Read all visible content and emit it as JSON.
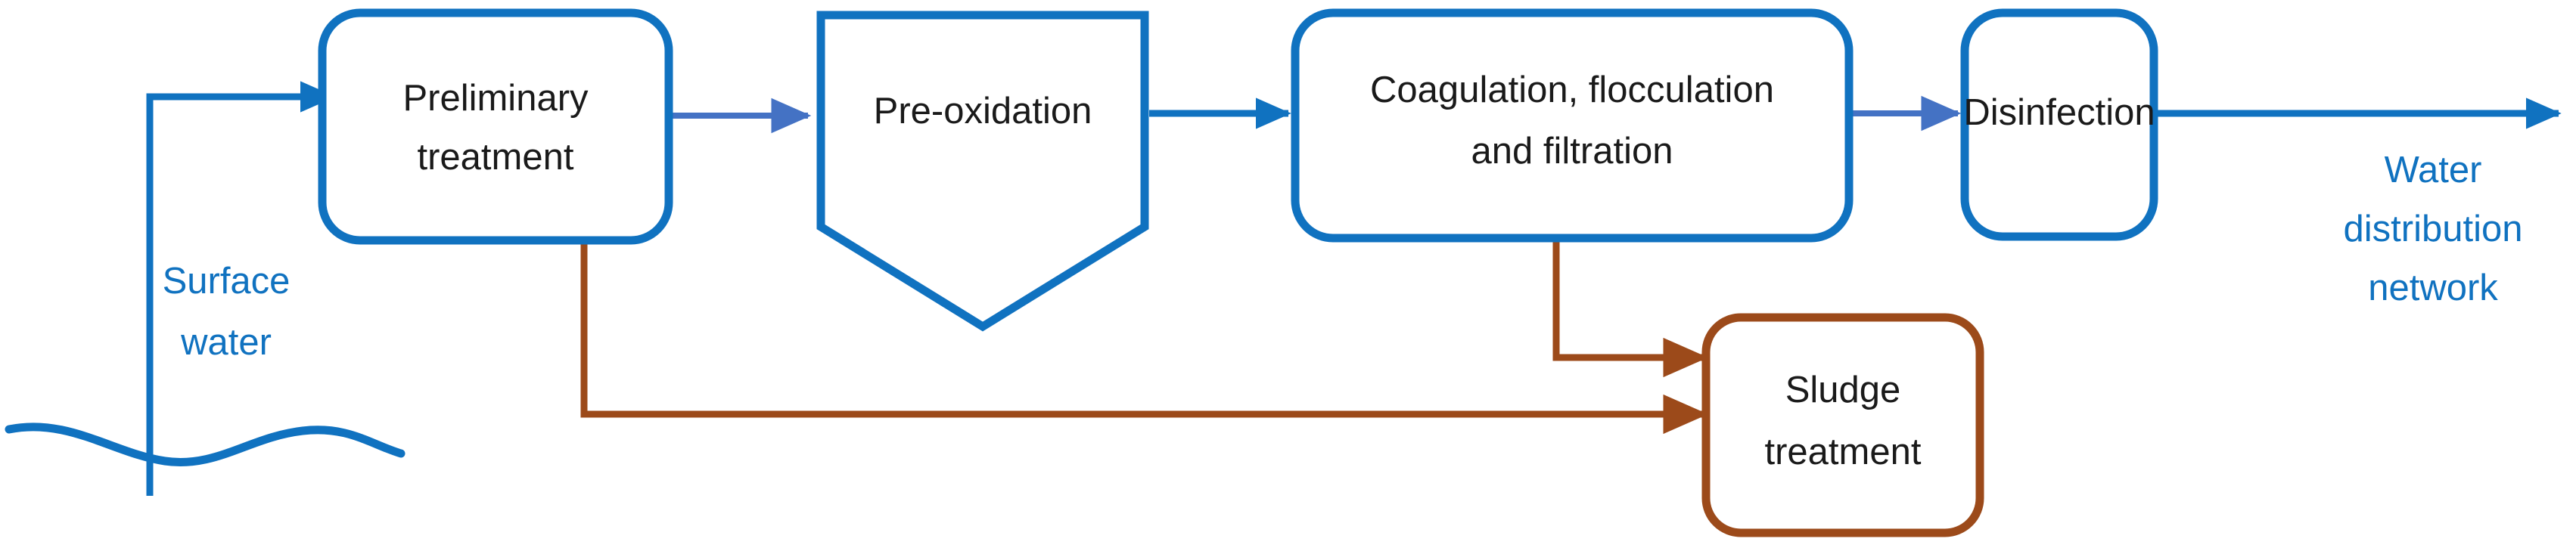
{
  "diagram": {
    "title": "Surface water treatment process flow",
    "colors": {
      "primary_blue": "#1072C0",
      "secondary_blue": "#4472C4",
      "brown": "#9C4A1A",
      "text_dark": "#1a1a1a",
      "background": "#ffffff"
    },
    "nodes": [
      {
        "id": "preliminary-treatment",
        "shape": "rounded-rect",
        "border_color": "#1072C0",
        "lines": [
          "Preliminary",
          "treatment"
        ]
      },
      {
        "id": "pre-oxidation",
        "shape": "pentagon-down",
        "border_color": "#1072C0",
        "lines": [
          "Pre-oxidation"
        ]
      },
      {
        "id": "coagulation-flocculation-filtration",
        "shape": "rounded-rect",
        "border_color": "#1072C0",
        "lines": [
          "Coagulation, flocculation",
          "and filtration"
        ]
      },
      {
        "id": "disinfection",
        "shape": "rounded-rect",
        "border_color": "#1072C0",
        "lines": [
          "Disinfection"
        ]
      },
      {
        "id": "sludge-treatment",
        "shape": "rounded-rect",
        "border_color": "#9C4A1A",
        "lines": [
          "Sludge",
          "treatment"
        ]
      }
    ],
    "flow_labels": [
      {
        "id": "surface-water",
        "color": "#1072C0",
        "lines": [
          "Surface",
          "water"
        ]
      },
      {
        "id": "water-distribution-network",
        "color": "#1072C0",
        "lines": [
          "Water",
          "distribution",
          "network"
        ]
      }
    ],
    "connectors": [
      {
        "id": "intake-to-preliminary",
        "color": "#1072C0",
        "arrow": true
      },
      {
        "id": "preliminary-to-preoxidation",
        "color": "#4472C4",
        "arrow": true
      },
      {
        "id": "preoxidation-to-coagulation",
        "color": "#1072C0",
        "arrow": true
      },
      {
        "id": "coagulation-to-disinfection",
        "color": "#4472C4",
        "arrow": true
      },
      {
        "id": "disinfection-to-network",
        "color": "#1072C0",
        "arrow": true
      },
      {
        "id": "preliminary-to-sludge",
        "color": "#9C4A1A",
        "arrow": true
      },
      {
        "id": "coagulation-to-sludge",
        "color": "#9C4A1A",
        "arrow": true
      }
    ],
    "decorations": [
      {
        "id": "water-surface-wave",
        "color": "#1072C0"
      }
    ]
  }
}
